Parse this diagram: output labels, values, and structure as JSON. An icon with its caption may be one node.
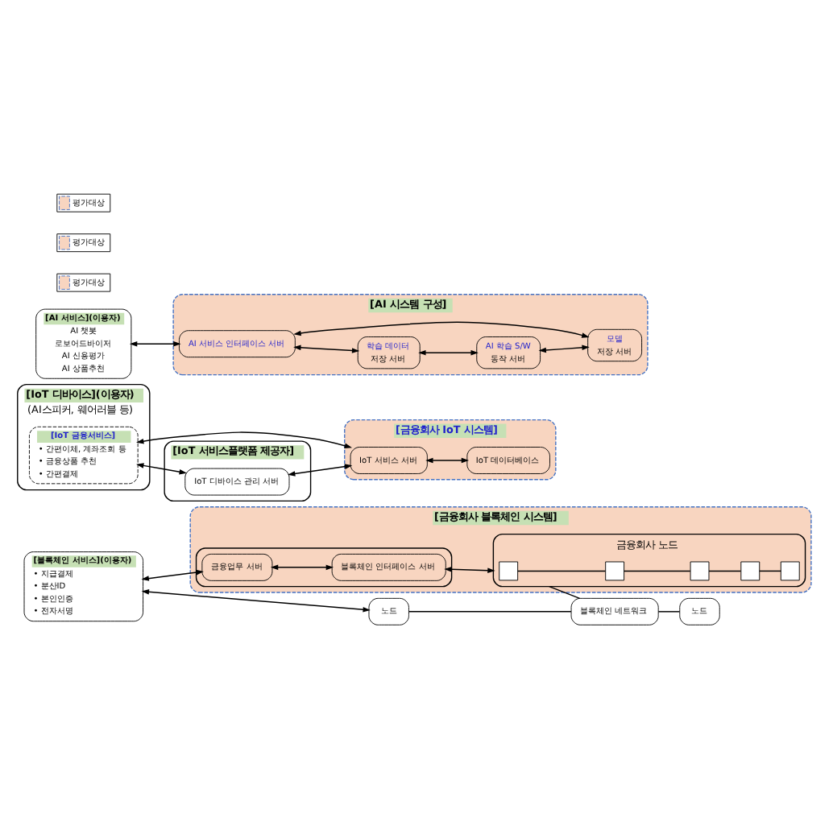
{
  "diagram": {
    "nodes": [
      {
        "text": [
          "[AI 서비스](이용자)",
          "AI 챗봇",
          "로보어드바이저",
          "AI 신용평가",
          "AI 상품추천"
        ]
      },
      {
        "text": [
          "[AI 시스템 구성]"
        ]
      },
      {
        "text": [
          "AI 서비스 인터페이스 서버"
        ],
        "in": 1
      },
      {
        "text": [
          "학습 데이터",
          "저장 서버"
        ],
        "in": 1
      },
      {
        "text": [
          "AI 학습 S/W",
          "동작 서버"
        ],
        "in": 1
      },
      {
        "text": [
          "모델",
          "저장 서버"
        ],
        "in": 1
      },
      {
        "text": [
          "[IoT 디바이스](이용자)",
          "(AI스피커, 웨어러블 등)"
        ]
      },
      {
        "text": [
          "[IoT 금융서비스]",
          "• 간편이체, 계좌조회 등",
          "• 금융상품 추천",
          "• 간편결제"
        ],
        "in": 6
      },
      {
        "text": [
          "[IoT 서비스플랫폼 제공자]"
        ]
      },
      {
        "text": [
          "IoT 디바이스 관리 서버"
        ],
        "in": 8
      },
      {
        "text": [
          "[금융회사 IoT 시스템]"
        ]
      },
      {
        "text": [
          "IoT 서비스 서버"
        ],
        "in": 10
      },
      {
        "text": [
          "IoT 데이터베이스"
        ],
        "in": 10
      },
      {
        "text": [
          "[블록체인 서비스](이용자)",
          "• 지급결제",
          "• 분산ID",
          "• 본인인증",
          "• 전자서명"
        ]
      },
      {
        "text": [
          "[금융회사 블록체인 시스템]"
        ]
      },
      {
        "text": [],
        "shape": "box",
        "in": 14
      },
      {
        "text": [
          "금융업무 서버"
        ],
        "in": 15
      },
      {
        "text": [
          "블록체인 인터페이스 서버"
        ],
        "in": 15
      },
      {
        "text": [
          "금융회사 노드"
        ],
        "in": 14
      },
      {
        "text": [],
        "shape": "box",
        "in": 18
      },
      {
        "text": [],
        "shape": "box",
        "in": 18
      },
      {
        "text": [],
        "shape": "box",
        "in": 18
      },
      {
        "text": [],
        "shape": "box",
        "in": 18
      },
      {
        "text": [],
        "shape": "box",
        "in": 18
      },
      {
        "text": [
          "노드"
        ]
      },
      {
        "text": [
          "블록체인 네트워크"
        ]
      },
      {
        "text": [
          "노드"
        ]
      }
    ],
    "edges": [
      {
        "from": 0,
        "to": 2,
        "arrow": "both"
      },
      {
        "from": 2,
        "to": 3,
        "arrow": "both"
      },
      {
        "from": 3,
        "to": 4,
        "arrow": "both"
      },
      {
        "from": 4,
        "to": 5,
        "arrow": "both"
      },
      {
        "from": 2,
        "to": 5,
        "arrow": "both"
      },
      {
        "from": 7,
        "to": 9,
        "arrow": "both"
      },
      {
        "from": 7,
        "to": 11,
        "arrow": "both"
      },
      {
        "from": 9,
        "to": 11,
        "arrow": "both"
      },
      {
        "from": 11,
        "to": 12,
        "arrow": "both"
      },
      {
        "from": 13,
        "to": 16,
        "arrow": "both"
      },
      {
        "from": 16,
        "to": 17,
        "arrow": "both"
      },
      {
        "from": 17,
        "to": 18,
        "arrow": "both"
      },
      {
        "from": 19,
        "to": 20,
        "arrow": "none"
      },
      {
        "from": 20,
        "to": 21,
        "arrow": "none"
      },
      {
        "from": 21,
        "to": 22,
        "arrow": "none"
      },
      {
        "from": 22,
        "to": 23,
        "arrow": "none"
      },
      {
        "from": 18,
        "to": 25,
        "arrow": "none"
      },
      {
        "from": 13,
        "to": 24,
        "arrow": "both"
      },
      {
        "from": 24,
        "to": 25,
        "arrow": "none"
      },
      {
        "from": 25,
        "to": 26,
        "arrow": "none"
      }
    ],
    "legend": [
      {
        "text": "평가대상",
        "color": "#f8d5c0"
      },
      {
        "text": "평가대상",
        "color": "#f8d5c0"
      },
      {
        "text": "평가대상",
        "color": "#f8d5c0"
      }
    ]
  }
}
